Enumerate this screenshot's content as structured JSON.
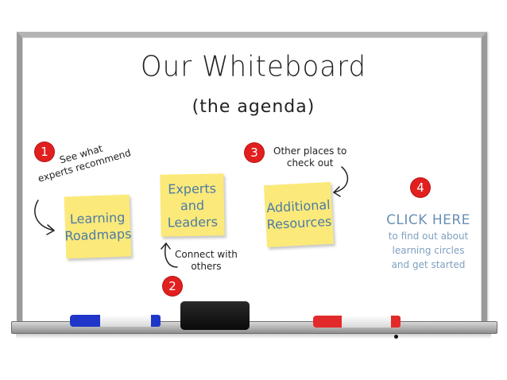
{
  "board": {
    "title": "Our Whiteboard",
    "subtitle": "(the agenda)"
  },
  "steps": [
    {
      "number": "1",
      "note_lines": [
        "See what",
        "experts recommend"
      ],
      "sticky_lines": [
        "Learning",
        "Roadmaps"
      ]
    },
    {
      "number": "2",
      "note_lines": [
        "Connect with",
        "others"
      ],
      "sticky_lines": [
        "Experts",
        "and",
        "Leaders"
      ]
    },
    {
      "number": "3",
      "note_lines": [
        "Other places to",
        "check out"
      ],
      "sticky_lines": [
        "Additional",
        "Resources"
      ]
    },
    {
      "number": "4",
      "link_title": "CLICK HERE",
      "link_lines": [
        "to find out about",
        "learning circles",
        "and get started"
      ]
    }
  ],
  "colors": {
    "sticky": "#fbe97a",
    "sticky_text": "#4b7aa5",
    "badge": "#e11f1f",
    "link_text": "#6b90b5",
    "marker_blue": "#1f36c9",
    "marker_red": "#e32a2a",
    "eraser": "#111111"
  },
  "icons": [
    "curved-arrow-icon",
    "marker-icon",
    "eraser-icon"
  ]
}
